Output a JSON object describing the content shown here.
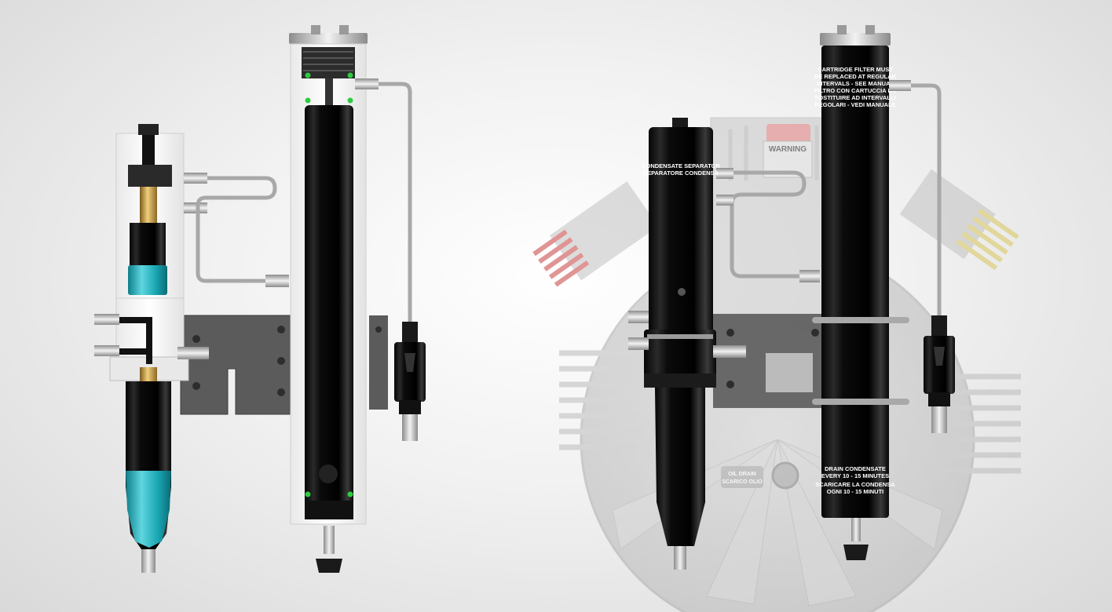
{
  "colors": {
    "background": "#e6e6e6",
    "anodized_black": "#111111",
    "teal_bowl": "#1fb3bf",
    "brass": "#c9a24a",
    "bracket_gray": "#5e5e5e",
    "seal_green": "#2ecc40",
    "ghost_red_fins": "#c23b3b",
    "ghost_gold_fins": "#d8c35a"
  },
  "cutaway_view": {
    "condensate_separator_label": "",
    "cartridge_label": ""
  },
  "assembled_view": {
    "condensate_separator_label": [
      "CONDENSATE SEPARATOR",
      "SEPARATORE CONDENSA"
    ],
    "cartridge_notice": [
      "CARTRIDGE FILTER MUST",
      "BE REPLACED AT REGULAR",
      "INTERVALS - SEE MANUAL",
      "FILTRO CON CARTUCCIA DA",
      "SOSTITUIRE AD INTERVALLI",
      "REGOLARI - VEDI MANUALE"
    ],
    "drain_notice": [
      "DRAIN CONDENSATE",
      "EVERY 10 - 15 MINUTES",
      "SCARICARE LA CONDENSA",
      "OGNI 10 - 15 MINUTI"
    ],
    "oil_drain_label": [
      "OIL DRAIN",
      "SCARICO OLIO"
    ],
    "warning_label": "WARNING"
  }
}
